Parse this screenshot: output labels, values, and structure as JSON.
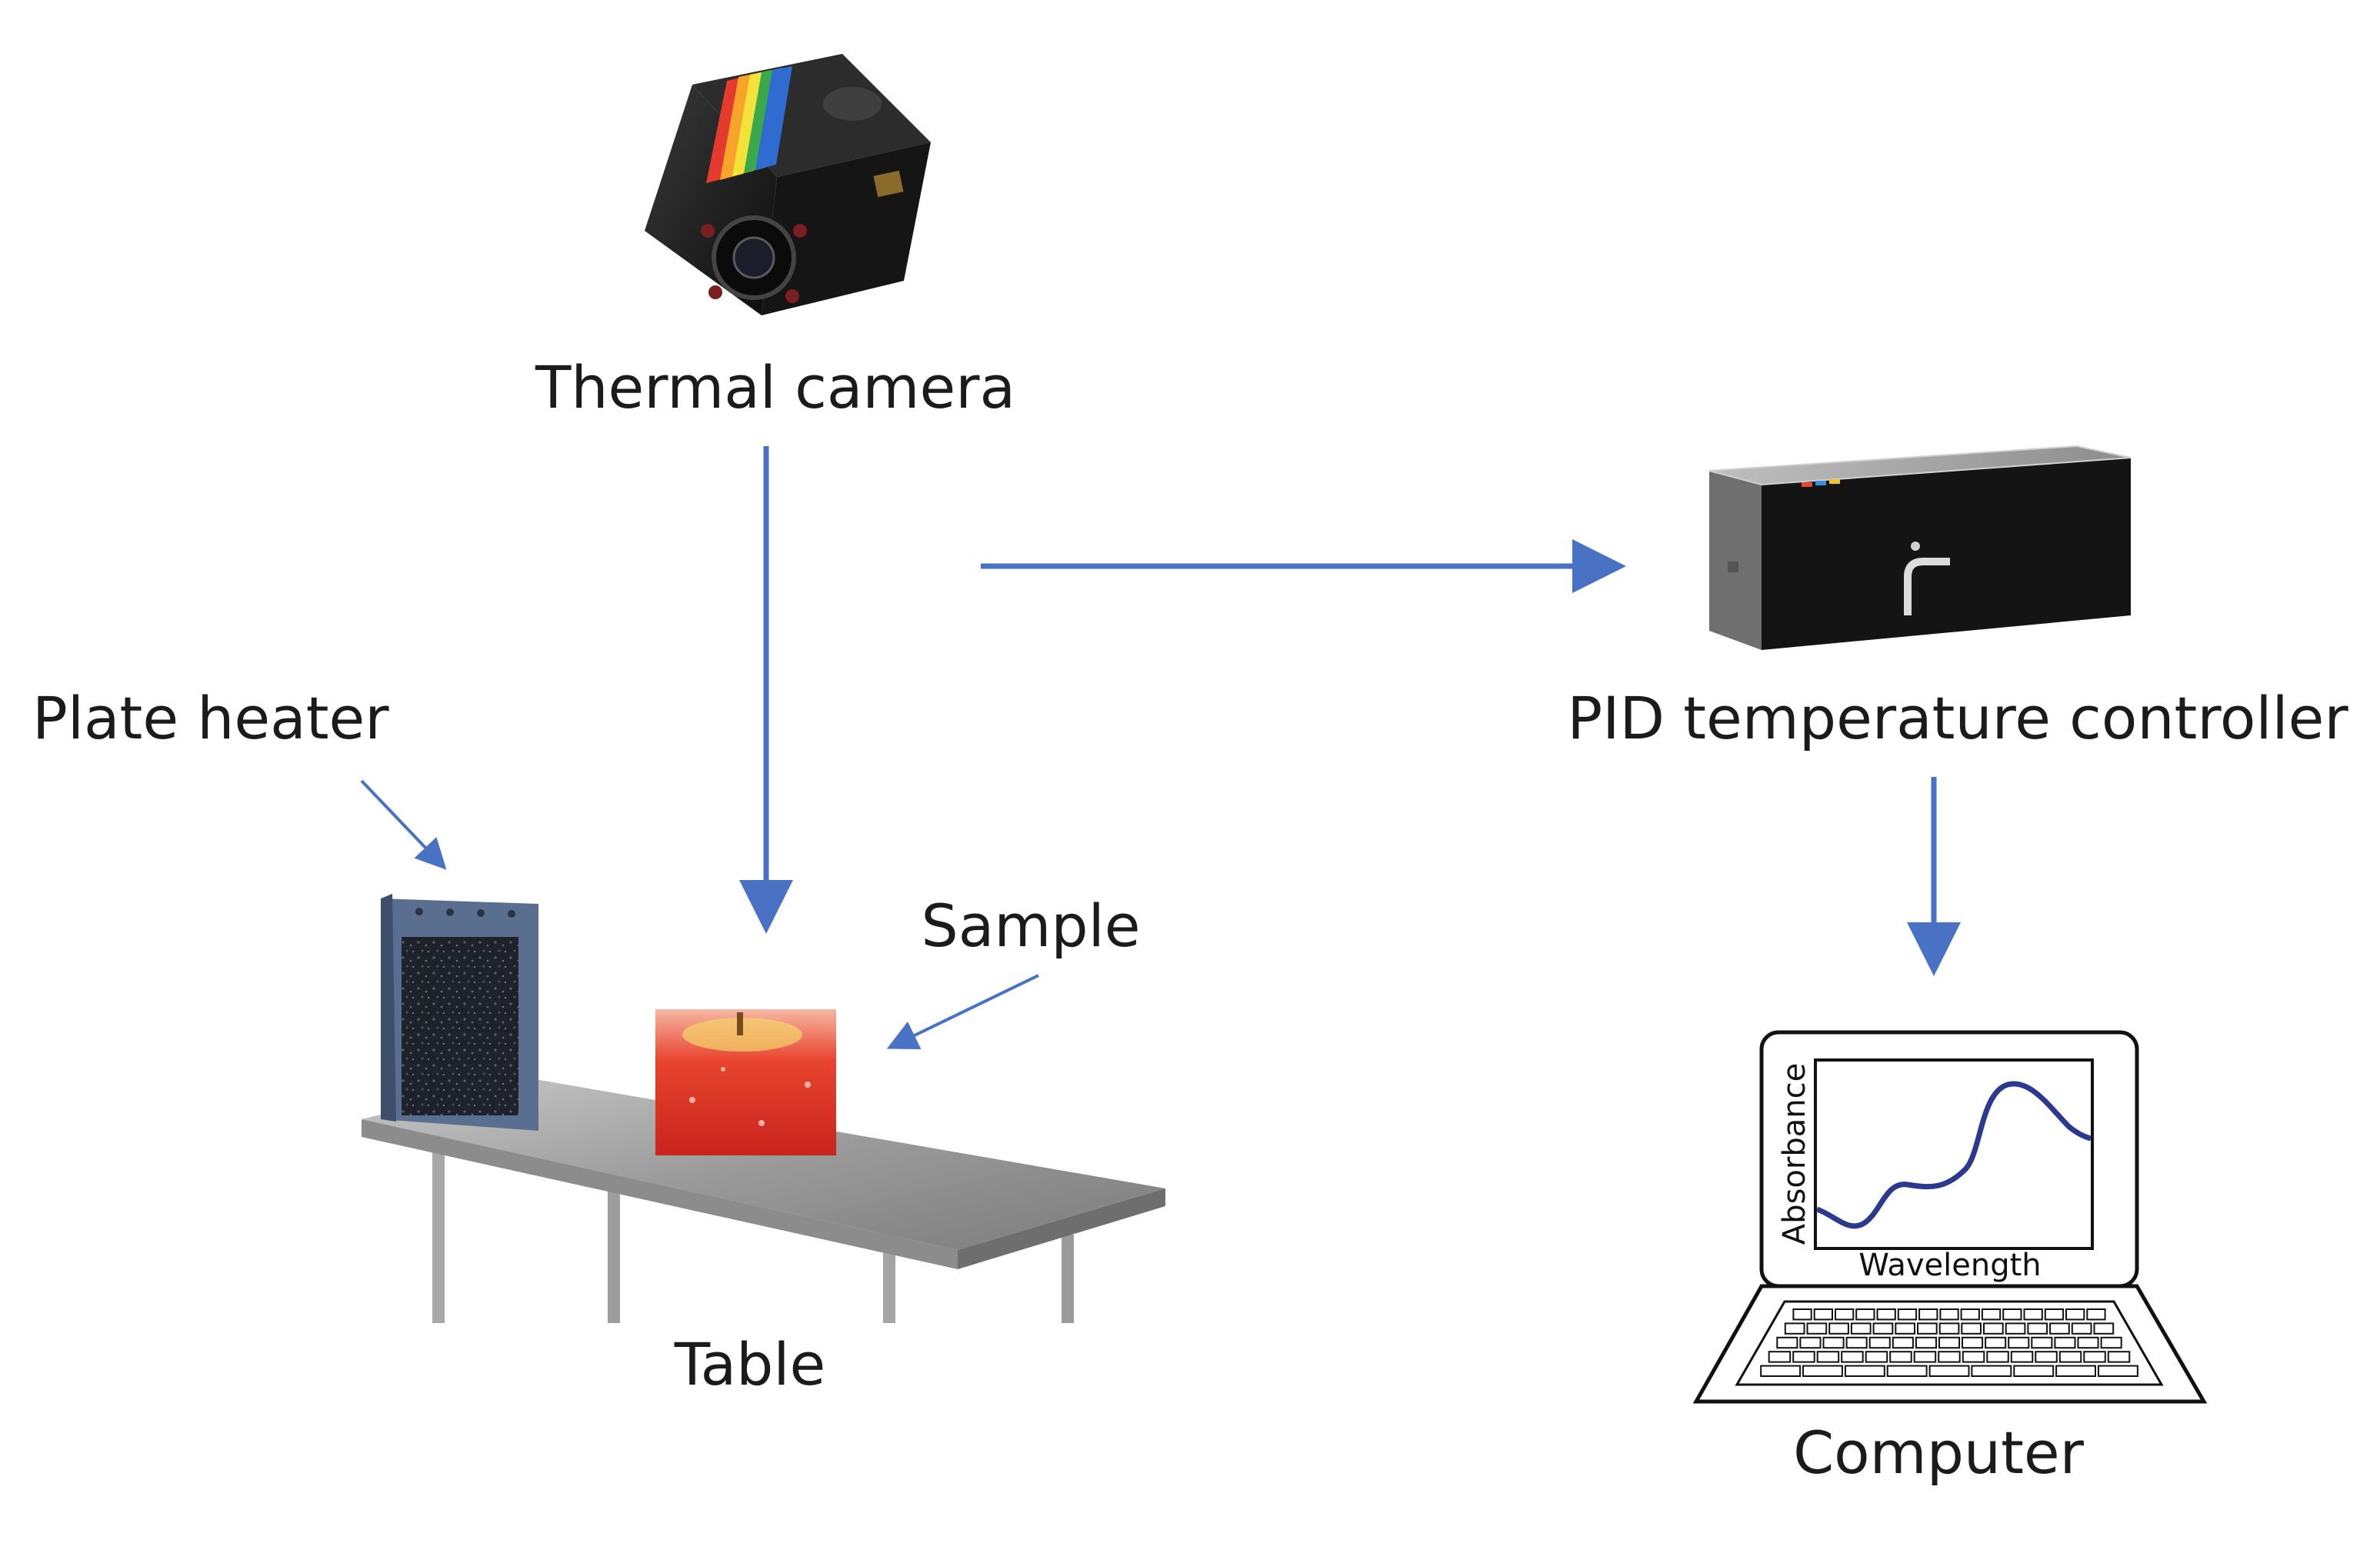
{
  "labels": {
    "thermal_camera": "Thermal camera",
    "pid_controller": "PID temperature controller",
    "plate_heater": "Plate heater",
    "sample": "Sample",
    "table": "Table",
    "computer": "Computer"
  },
  "screen_plot": {
    "xlabel": "Wavelength",
    "ylabel": "Absorbance"
  },
  "colors": {
    "arrow": "#4a72c4",
    "arrow_glow": "#a9c0ec",
    "text": "#1b1b1b"
  }
}
